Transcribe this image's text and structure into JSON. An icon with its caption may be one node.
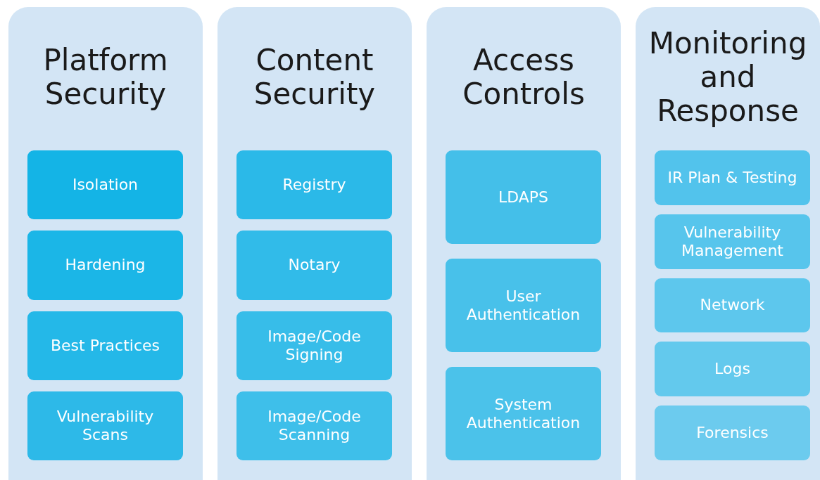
{
  "diagram": {
    "nodes": [
      {
        "text": [
          "Platform Security"
        ]
      },
      {
        "text": [
          "Isolation"
        ],
        "in": 0
      },
      {
        "text": [
          "Hardening"
        ],
        "in": 0
      },
      {
        "text": [
          "Best Practices"
        ],
        "in": 0
      },
      {
        "text": [
          "Vulnerability Scans"
        ],
        "in": 0
      },
      {
        "text": [
          "Content Security"
        ]
      },
      {
        "text": [
          "Registry"
        ],
        "in": 5
      },
      {
        "text": [
          "Notary"
        ],
        "in": 5
      },
      {
        "text": [
          "Image/Code Signing"
        ],
        "in": 5
      },
      {
        "text": [
          "Image/Code Scanning"
        ],
        "in": 5
      },
      {
        "text": [
          "Access Controls"
        ]
      },
      {
        "text": [
          "LDAPS"
        ],
        "in": 10
      },
      {
        "text": [
          "User Authentication"
        ],
        "in": 10
      },
      {
        "text": [
          "System Authentication"
        ],
        "in": 10
      },
      {
        "text": [
          "Monitoring and Response"
        ]
      },
      {
        "text": [
          "IR Plan & Testing"
        ],
        "in": 14
      },
      {
        "text": [
          "Vulnerability Management"
        ],
        "in": 14
      },
      {
        "text": [
          "Network"
        ],
        "in": 14
      },
      {
        "text": [
          "Logs"
        ],
        "in": 14
      },
      {
        "text": [
          "Forensics"
        ],
        "in": 14
      }
    ]
  }
}
